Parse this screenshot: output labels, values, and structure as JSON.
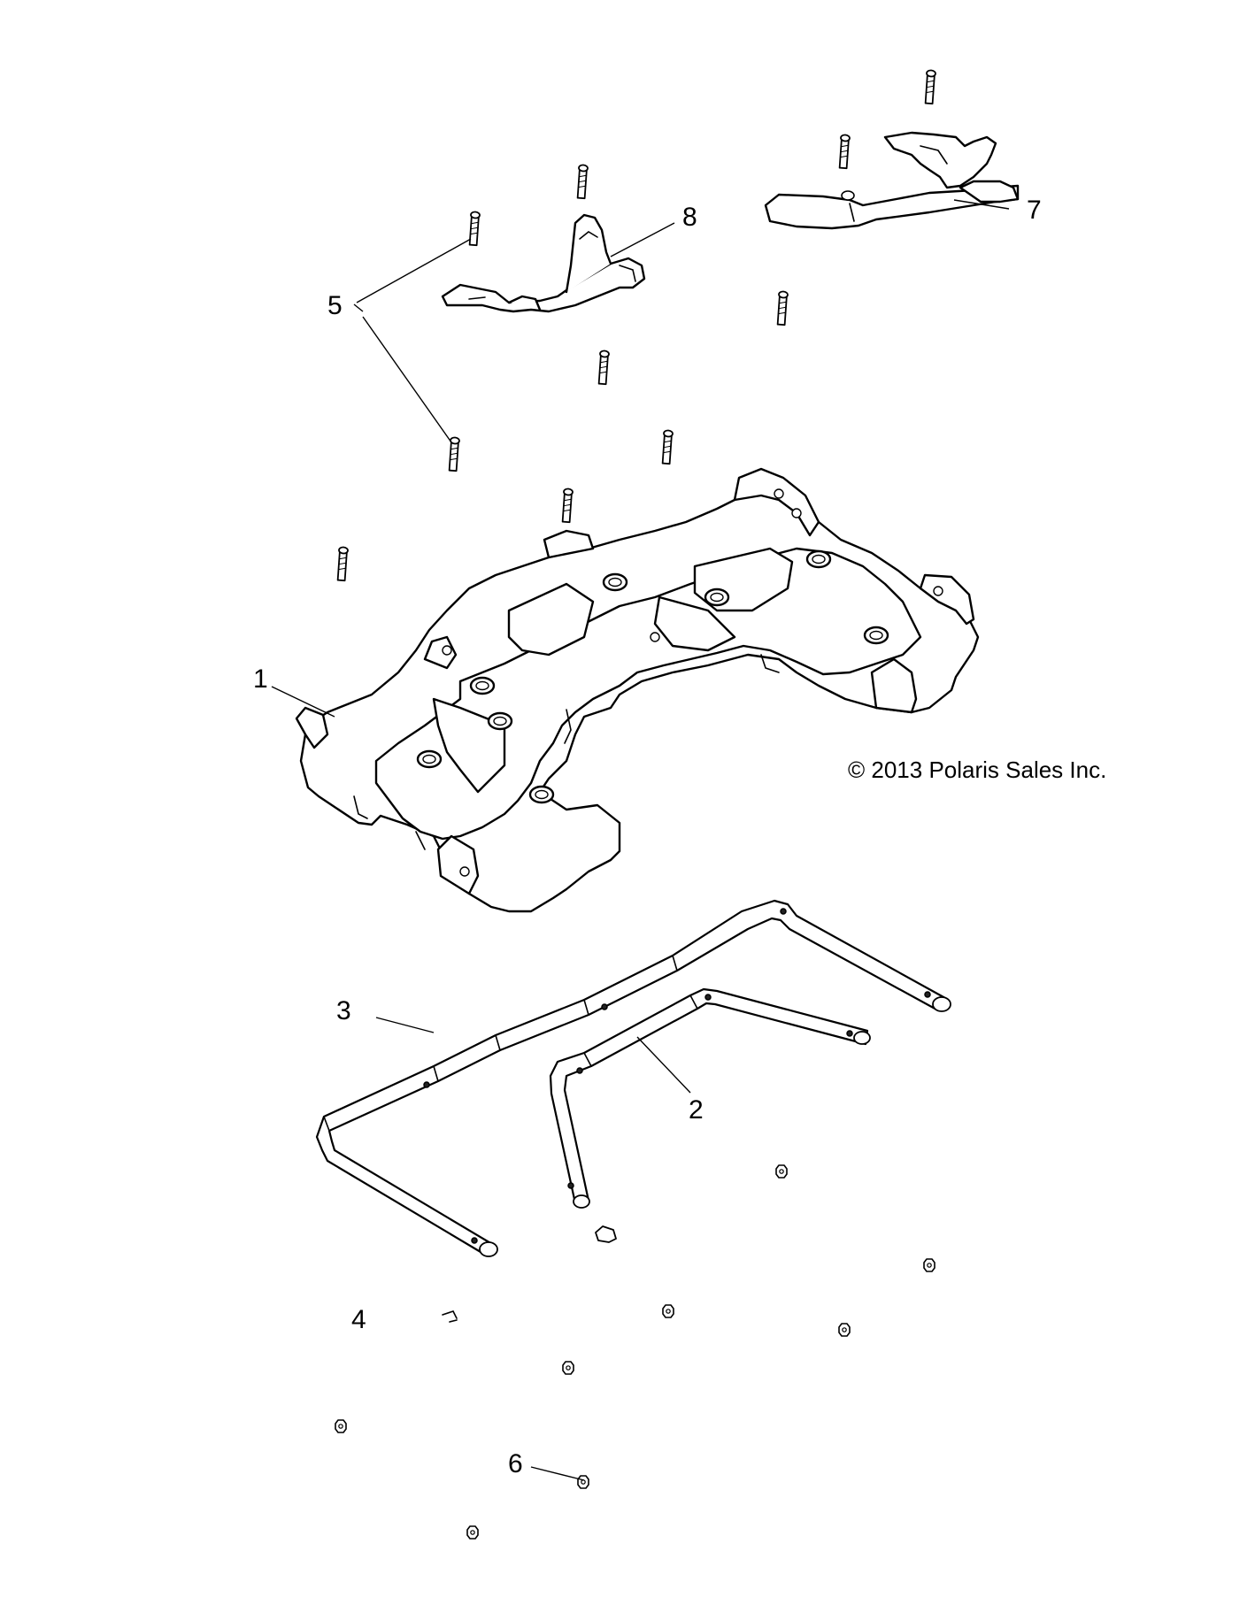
{
  "copyright": "© 2013 Polaris Sales Inc.",
  "callouts": [
    {
      "id": "1",
      "label": "1"
    },
    {
      "id": "2",
      "label": "2"
    },
    {
      "id": "3",
      "label": "3"
    },
    {
      "id": "4",
      "label": "4"
    },
    {
      "id": "5",
      "label": "5"
    },
    {
      "id": "6",
      "label": "6"
    },
    {
      "id": "7",
      "label": "7"
    },
    {
      "id": "8",
      "label": "8"
    }
  ]
}
